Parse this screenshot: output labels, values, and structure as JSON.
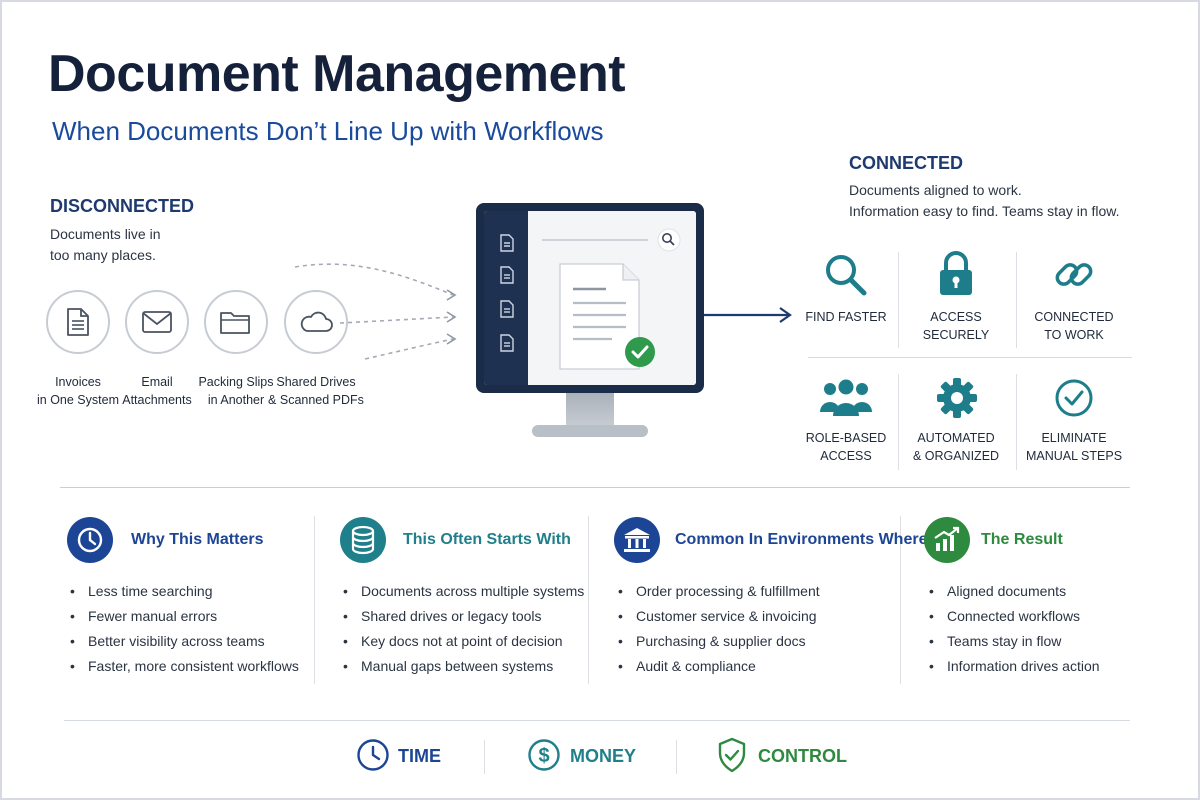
{
  "title": "Document Management",
  "subtitle": "When Documents Don’t Line Up with Workflows",
  "disconnected": {
    "heading": "DISCONNECTED",
    "text_line1": "Documents live in",
    "text_line2": "too many places.",
    "sources": [
      {
        "icon": "document-icon",
        "line1": "Invoices",
        "line2": "in One System"
      },
      {
        "icon": "envelope-icon",
        "line1": "Email",
        "line2": "Attachments"
      },
      {
        "icon": "folder-icon",
        "line1": "Packing Slips",
        "line2": "in Another"
      },
      {
        "icon": "cloud-icon",
        "line1": "Shared Drives",
        "line2": "& Scanned PDFs"
      }
    ]
  },
  "connected": {
    "heading": "CONNECTED",
    "text_line1": "Documents aligned to work.",
    "text_line2": "Information easy to find. Teams stay in flow.",
    "features": [
      {
        "icon": "search-icon",
        "line1": "FIND FASTER",
        "line2": ""
      },
      {
        "icon": "lock-icon",
        "line1": "ACCESS",
        "line2": "SECURELY"
      },
      {
        "icon": "link-icon",
        "line1": "CONNECTED",
        "line2": "TO WORK"
      },
      {
        "icon": "users-icon",
        "line1": "ROLE-BASED",
        "line2": "ACCESS"
      },
      {
        "icon": "gear-icon",
        "line1": "AUTOMATED",
        "line2": "& ORGANIZED"
      },
      {
        "icon": "check-circle-icon",
        "line1": "ELIMINATE",
        "line2": "MANUAL STEPS"
      }
    ]
  },
  "columns": [
    {
      "title": "Why This Matters",
      "icon": "clock-icon",
      "color": "#1d4595",
      "items": [
        "Less time searching",
        "Fewer manual errors",
        "Better visibility across teams",
        "Faster, more consistent workflows"
      ]
    },
    {
      "title": "This Often Starts With",
      "icon": "database-icon",
      "color": "#1f7f8a",
      "items": [
        "Documents across multiple systems",
        "Shared drives or legacy tools",
        "Key docs not at point of decision",
        "Manual gaps between systems"
      ]
    },
    {
      "title": "Common In Environments Where",
      "icon": "building-icon",
      "color": "#1d4595",
      "items": [
        "Order processing & fulfillment",
        "Customer service & invoicing",
        "Purchasing & supplier docs",
        "Audit & compliance"
      ]
    },
    {
      "title": "The Result",
      "icon": "growth-chart-icon",
      "color": "#2e8a3e",
      "items": [
        "Aligned documents",
        "Connected workflows",
        "Teams stay in flow",
        "Information drives action"
      ]
    }
  ],
  "footer": [
    {
      "label": "TIME",
      "icon": "clock-icon",
      "color": "#1d4595"
    },
    {
      "label": "MONEY",
      "icon": "dollar-icon",
      "color": "#1f7f8a"
    },
    {
      "label": "CONTROL",
      "icon": "shield-check-icon",
      "color": "#2e8a3e"
    }
  ]
}
